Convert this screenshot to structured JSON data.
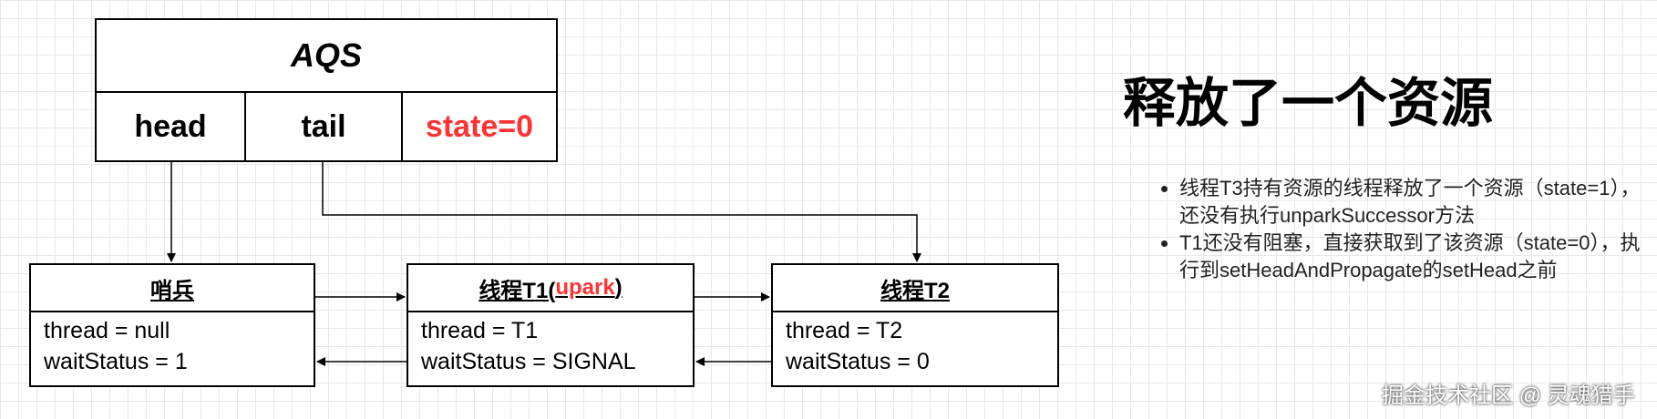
{
  "aqs": {
    "title": "AQS",
    "head": "head",
    "tail": "tail",
    "state": "state=0"
  },
  "nodes": [
    {
      "title": "哨兵",
      "thread": "thread = null",
      "waitStatus": "waitStatus = 1"
    },
    {
      "title_prefix": "线程T1(",
      "title_highlight": "upark",
      "title_suffix": ")",
      "thread": "thread = T1",
      "waitStatus": "waitStatus = SIGNAL"
    },
    {
      "title": "线程T2",
      "thread": "thread = T2",
      "waitStatus": "waitStatus = 0"
    }
  ],
  "heading": "释放了一个资源",
  "notes": [
    "线程T3持有资源的线程释放了一个资源（state=1），还没有执行unparkSuccessor方法",
    "T1还没有阻塞，直接获取到了该资源（state=0），执行到setHeadAndPropagate的setHead之前"
  ],
  "watermark": "掘金技术社区 @ 灵魂猎手",
  "colors": {
    "highlight": "#ff3333",
    "grid": "#e8e8e8",
    "line": "#000000"
  }
}
